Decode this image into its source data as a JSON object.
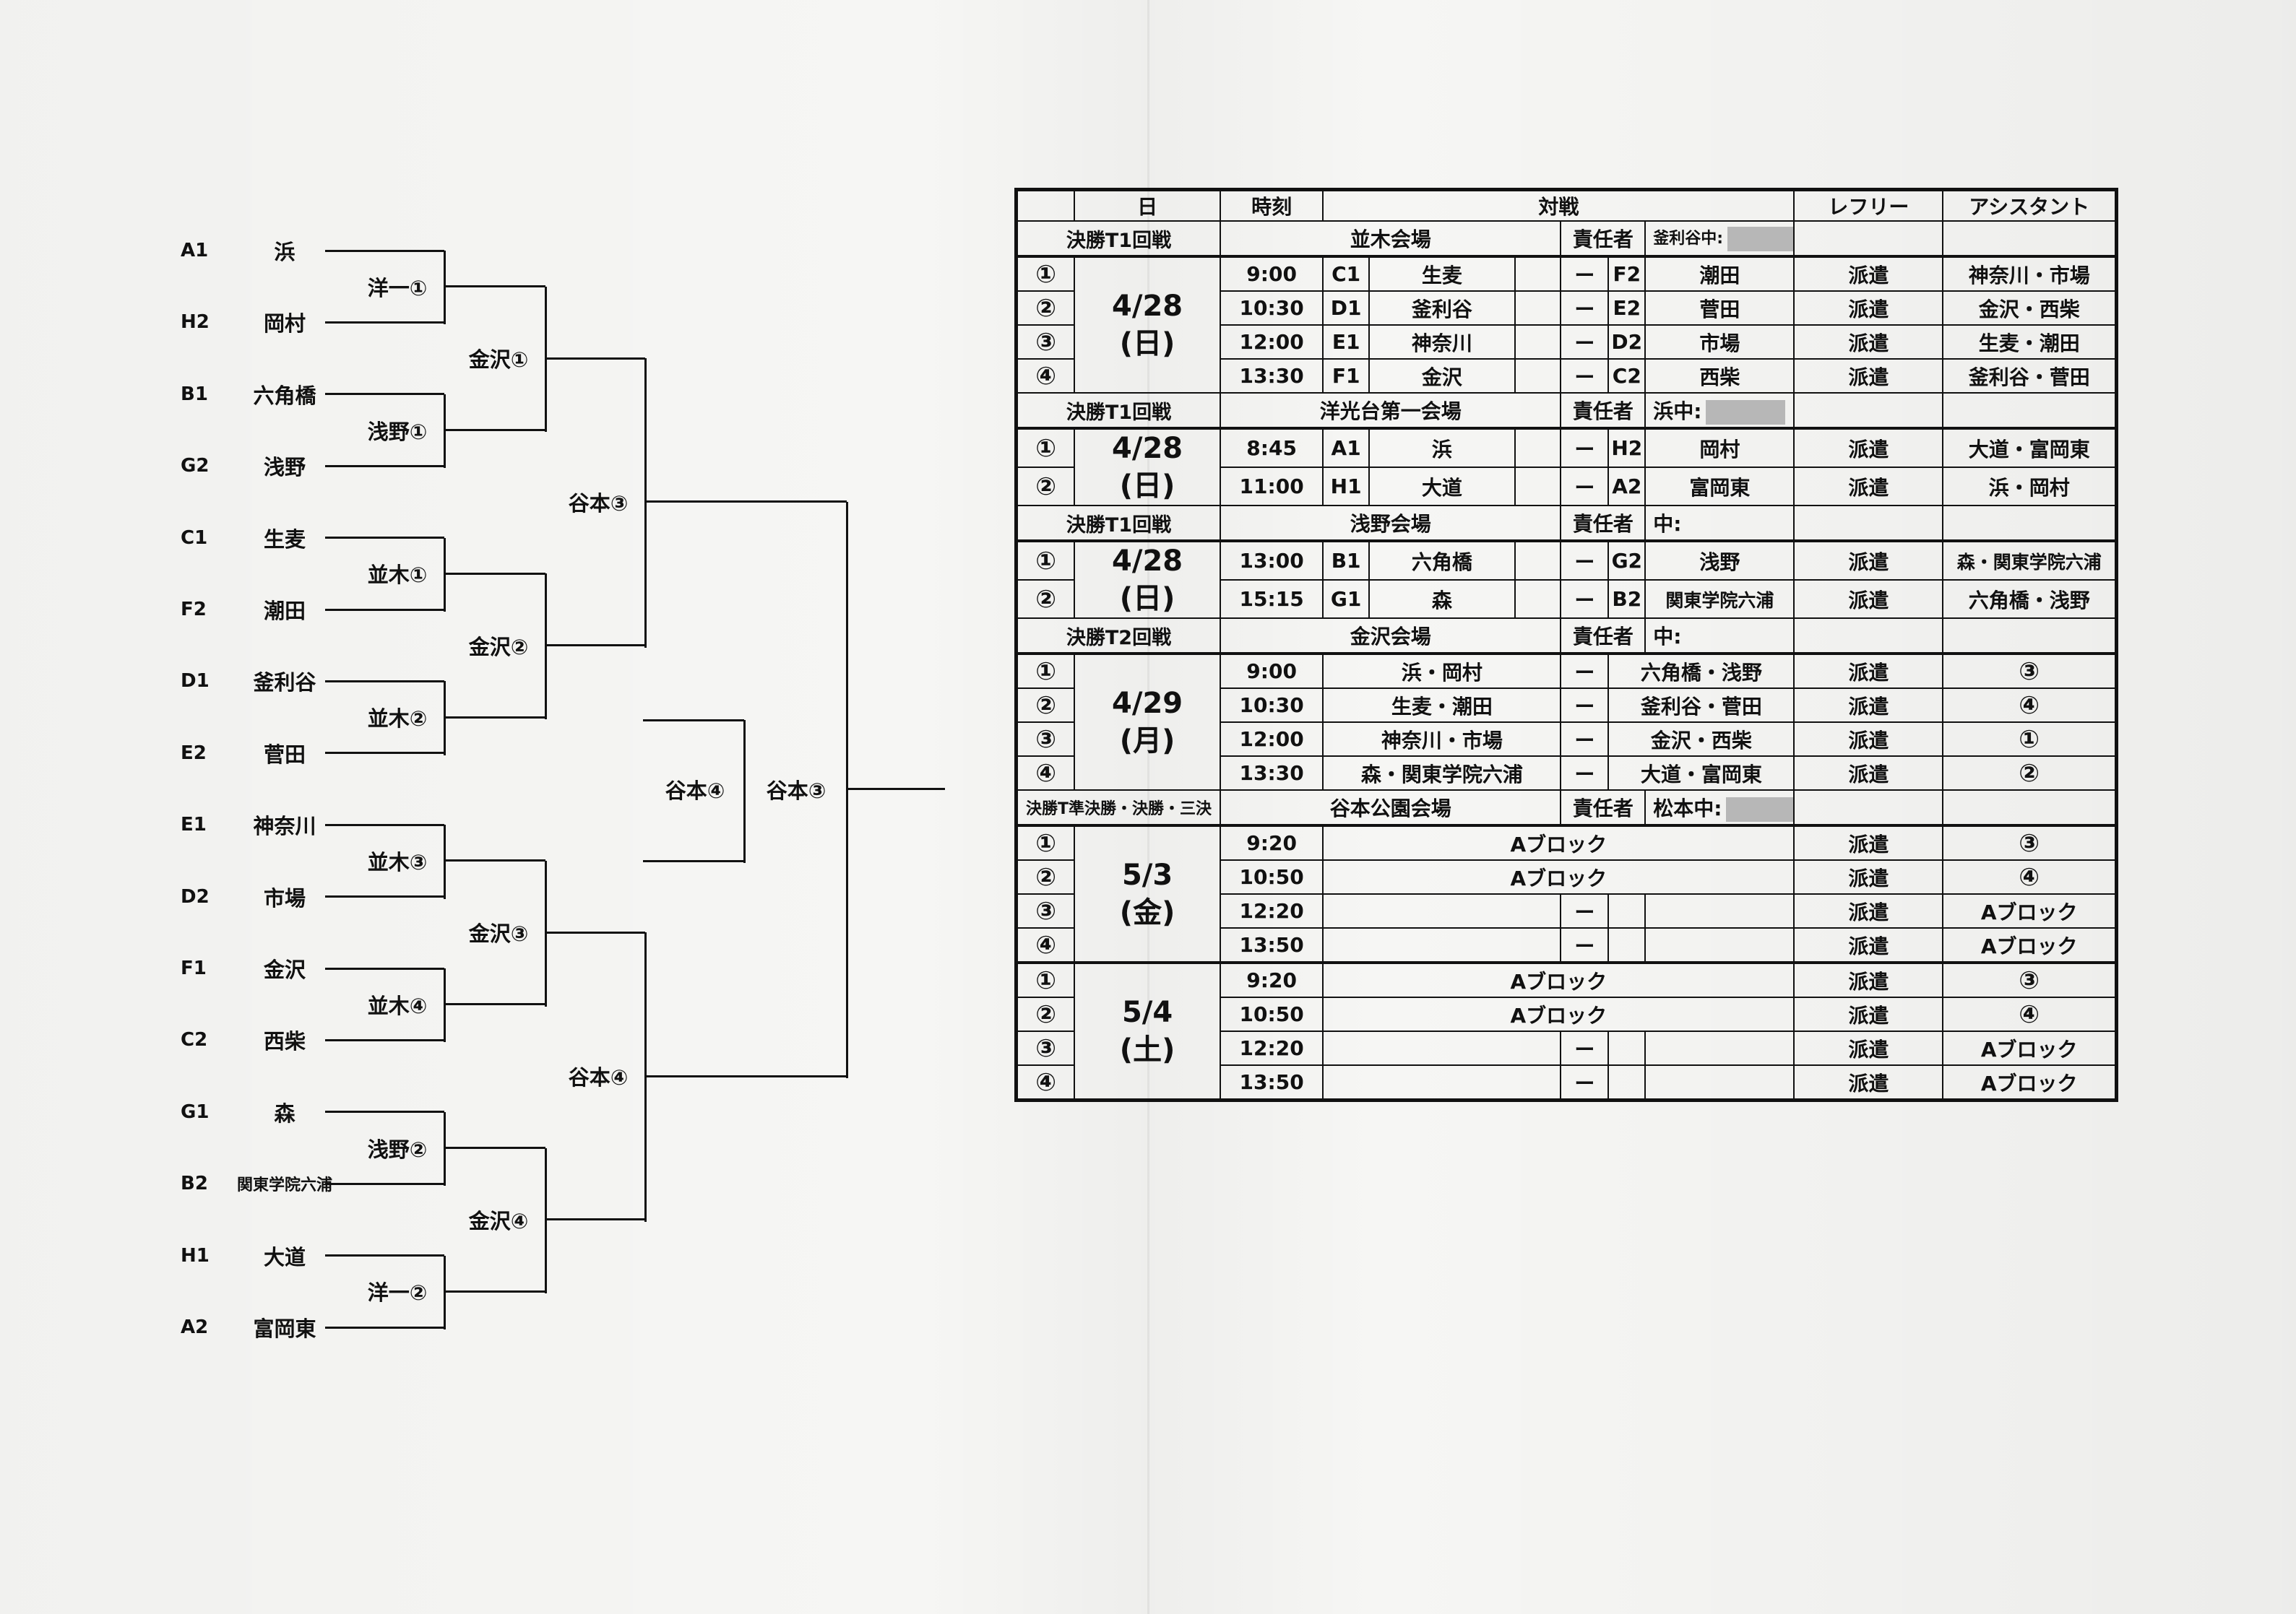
{
  "bracket": {
    "entries": [
      {
        "seed": "A1",
        "team": "浜"
      },
      {
        "seed": "H2",
        "team": "岡村"
      },
      {
        "seed": "B1",
        "team": "六角橋"
      },
      {
        "seed": "G2",
        "team": "浅野"
      },
      {
        "seed": "C1",
        "team": "生麦"
      },
      {
        "seed": "F2",
        "team": "潮田"
      },
      {
        "seed": "D1",
        "team": "釜利谷"
      },
      {
        "seed": "E2",
        "team": "菅田"
      },
      {
        "seed": "E1",
        "team": "神奈川"
      },
      {
        "seed": "D2",
        "team": "市場"
      },
      {
        "seed": "F1",
        "team": "金沢"
      },
      {
        "seed": "C2",
        "team": "西柴"
      },
      {
        "seed": "G1",
        "team": "森"
      },
      {
        "seed": "B2",
        "team": "関東学院六浦"
      },
      {
        "seed": "H1",
        "team": "大道"
      },
      {
        "seed": "A2",
        "team": "富岡東"
      }
    ],
    "round1": [
      "洋一①",
      "浅野①",
      "並木①",
      "並木②",
      "並木③",
      "並木④",
      "浅野②",
      "洋一②"
    ],
    "round2": [
      "金沢①",
      "金沢②",
      "金沢③",
      "金沢④"
    ],
    "round3": [
      "谷本③",
      "谷本④"
    ],
    "third_place": "谷本④",
    "final": "谷本③"
  },
  "table": {
    "header": {
      "day": "日",
      "time": "時刻",
      "match": "対戦",
      "referee": "レフリー",
      "assistant": "アシスタント"
    },
    "sections": [
      {
        "title": "決勝T1回戦",
        "venue": "並木会場",
        "resp_label": "責任者",
        "resp_value": "釜利谷中:",
        "date": "4/28",
        "weekday": "(日)",
        "rows": [
          {
            "no": "①",
            "time": "9:00",
            "s1": "C1",
            "t1": "生麦",
            "dash": "ー",
            "s2": "F2",
            "t2": "潮田",
            "ref": "派遣",
            "asst": "神奈川・市場"
          },
          {
            "no": "②",
            "time": "10:30",
            "s1": "D1",
            "t1": "釜利谷",
            "dash": "ー",
            "s2": "E2",
            "t2": "菅田",
            "ref": "派遣",
            "asst": "金沢・西柴"
          },
          {
            "no": "③",
            "time": "12:00",
            "s1": "E1",
            "t1": "神奈川",
            "dash": "ー",
            "s2": "D2",
            "t2": "市場",
            "ref": "派遣",
            "asst": "生麦・潮田"
          },
          {
            "no": "④",
            "time": "13:30",
            "s1": "F1",
            "t1": "金沢",
            "dash": "ー",
            "s2": "C2",
            "t2": "西柴",
            "ref": "派遣",
            "asst": "釜利谷・菅田"
          }
        ]
      },
      {
        "title": "決勝T1回戦",
        "venue": "洋光台第一会場",
        "resp_label": "責任者",
        "resp_value": "浜中:",
        "date": "4/28",
        "weekday": "(日)",
        "rows": [
          {
            "no": "①",
            "time": "8:45",
            "s1": "A1",
            "t1": "浜",
            "dash": "ー",
            "s2": "H2",
            "t2": "岡村",
            "ref": "派遣",
            "asst": "大道・富岡東"
          },
          {
            "no": "②",
            "time": "11:00",
            "s1": "H1",
            "t1": "大道",
            "dash": "ー",
            "s2": "A2",
            "t2": "富岡東",
            "ref": "派遣",
            "asst": "浜・岡村"
          }
        ]
      },
      {
        "title": "決勝T1回戦",
        "venue": "浅野会場",
        "resp_label": "責任者",
        "resp_value": "中:",
        "date": "4/28",
        "weekday": "(日)",
        "rows": [
          {
            "no": "①",
            "time": "13:00",
            "s1": "B1",
            "t1": "六角橋",
            "dash": "ー",
            "s2": "G2",
            "t2": "浅野",
            "ref": "派遣",
            "asst": "森・関東学院六浦"
          },
          {
            "no": "②",
            "time": "15:15",
            "s1": "G1",
            "t1": "森",
            "dash": "ー",
            "s2": "B2",
            "t2": "関東学院六浦",
            "ref": "派遣",
            "asst": "六角橋・浅野"
          }
        ]
      },
      {
        "title": "決勝T2回戦",
        "venue": "金沢会場",
        "resp_label": "責任者",
        "resp_value": "中:",
        "date": "4/29",
        "weekday": "(月)",
        "rows": [
          {
            "no": "①",
            "time": "9:00",
            "t1": "浜・岡村",
            "dash": "ー",
            "t2": "六角橋・浅野",
            "ref": "派遣",
            "asst": "③"
          },
          {
            "no": "②",
            "time": "10:30",
            "t1": "生麦・潮田",
            "dash": "ー",
            "t2": "釜利谷・菅田",
            "ref": "派遣",
            "asst": "④"
          },
          {
            "no": "③",
            "time": "12:00",
            "t1": "神奈川・市場",
            "dash": "ー",
            "t2": "金沢・西柴",
            "ref": "派遣",
            "asst": "①"
          },
          {
            "no": "④",
            "time": "13:30",
            "t1": "森・関東学院六浦",
            "dash": "ー",
            "t2": "大道・富岡東",
            "ref": "派遣",
            "asst": "②"
          }
        ]
      },
      {
        "title": "決勝T準決勝・決勝・三決",
        "venue": "谷本公園会場",
        "resp_label": "責任者",
        "resp_value": "松本中:",
        "days": [
          {
            "date": "5/3",
            "weekday": "(金)",
            "rows": [
              {
                "no": "①",
                "time": "9:20",
                "block": "Aブロック",
                "ref": "派遣",
                "asst": "③"
              },
              {
                "no": "②",
                "time": "10:50",
                "block": "Aブロック",
                "ref": "派遣",
                "asst": "④"
              },
              {
                "no": "③",
                "time": "12:20",
                "dash": "ー",
                "ref": "派遣",
                "asst": "Aブロック"
              },
              {
                "no": "④",
                "time": "13:50",
                "dash": "ー",
                "ref": "派遣",
                "asst": "Aブロック"
              }
            ]
          },
          {
            "date": "5/4",
            "weekday": "(土)",
            "rows": [
              {
                "no": "①",
                "time": "9:20",
                "block": "Aブロック",
                "ref": "派遣",
                "asst": "③"
              },
              {
                "no": "②",
                "time": "10:50",
                "block": "Aブロック",
                "ref": "派遣",
                "asst": "④"
              },
              {
                "no": "③",
                "time": "12:20",
                "dash": "ー",
                "ref": "派遣",
                "asst": "Aブロック"
              },
              {
                "no": "④",
                "time": "13:50",
                "dash": "ー",
                "ref": "派遣",
                "asst": "Aブロック"
              }
            ]
          }
        ]
      }
    ]
  }
}
